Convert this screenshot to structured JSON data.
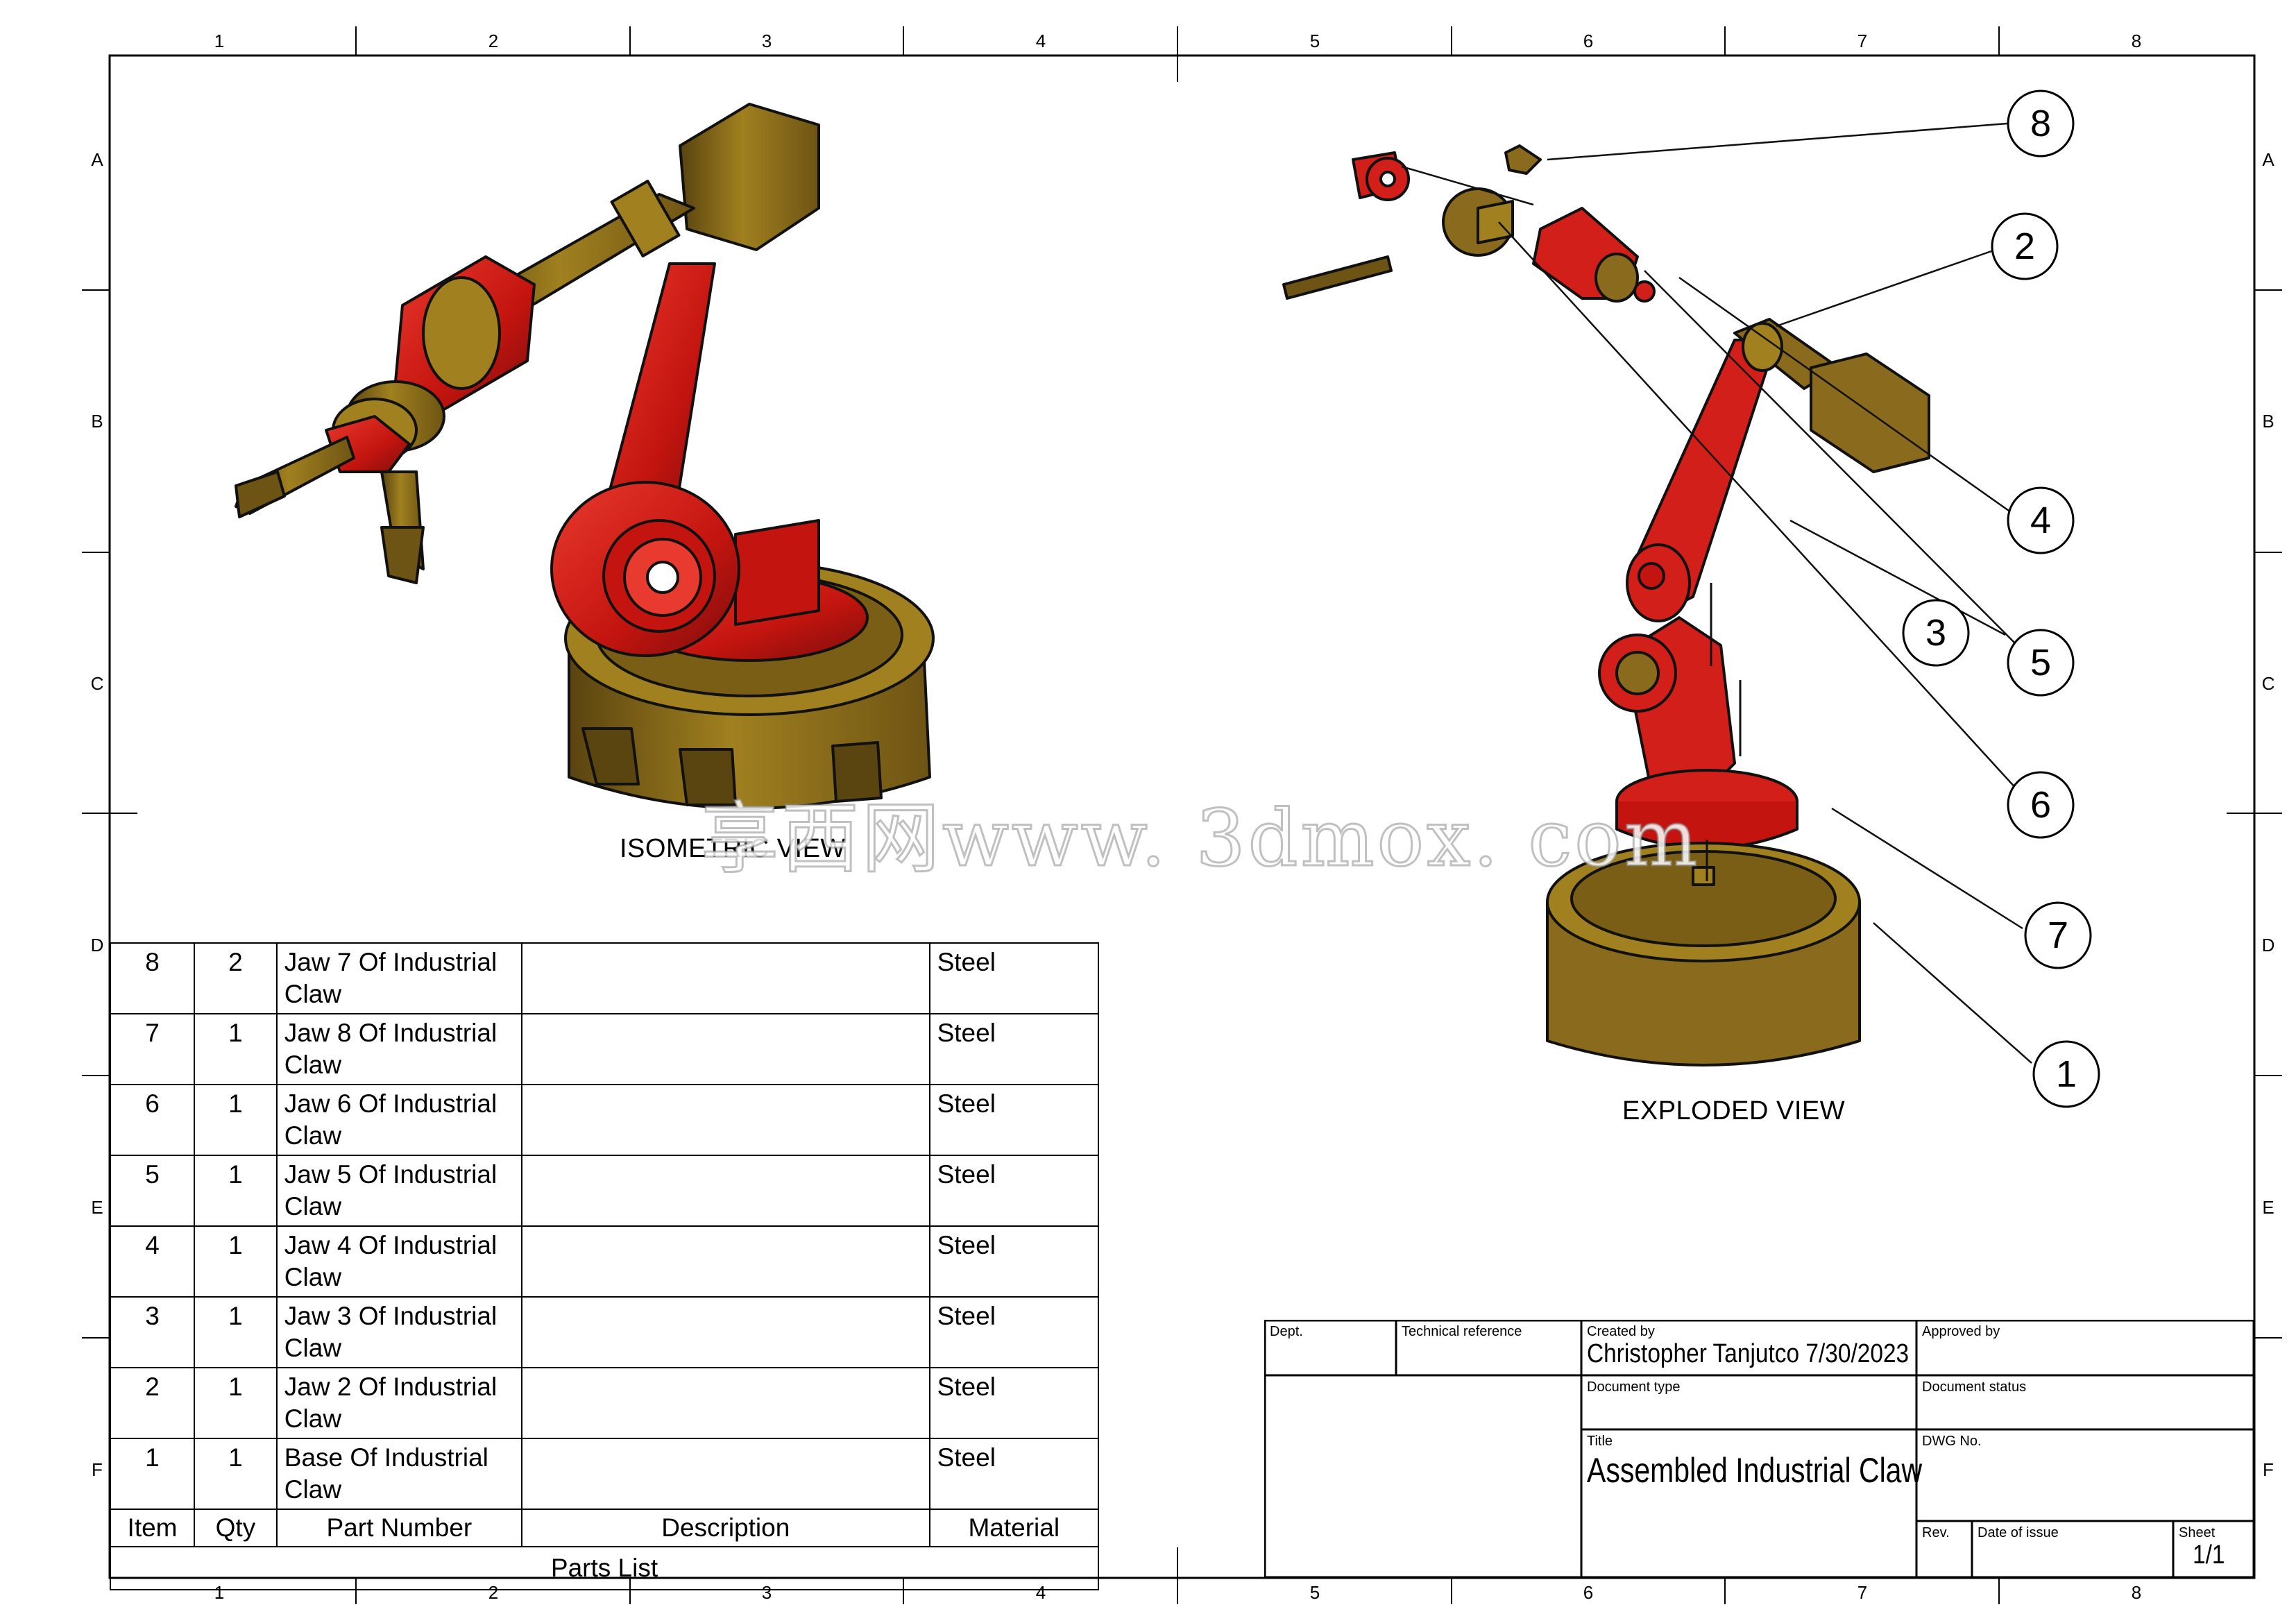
{
  "sheet": {
    "columns": [
      "1",
      "2",
      "3",
      "4",
      "5",
      "6",
      "7",
      "8"
    ],
    "rows": [
      "A",
      "B",
      "C",
      "D",
      "E",
      "F"
    ]
  },
  "views": {
    "isometric_label": "ISOMETRIC VIEW",
    "exploded_label": "EXPLODED VIEW"
  },
  "balloons": [
    "8",
    "2",
    "4",
    "3",
    "5",
    "6",
    "7",
    "1"
  ],
  "parts_list": {
    "caption": "Parts List",
    "headers": [
      "Item",
      "Qty",
      "Part Number",
      "Description",
      "Material"
    ],
    "rows": [
      {
        "item": "8",
        "qty": "2",
        "part": "Jaw 7 Of Industrial Claw",
        "desc": "",
        "material": "Steel"
      },
      {
        "item": "7",
        "qty": "1",
        "part": "Jaw 8 Of Industrial Claw",
        "desc": "",
        "material": "Steel"
      },
      {
        "item": "6",
        "qty": "1",
        "part": "Jaw 6 Of Industrial Claw",
        "desc": "",
        "material": "Steel"
      },
      {
        "item": "5",
        "qty": "1",
        "part": "Jaw 5 Of Industrial Claw",
        "desc": "",
        "material": "Steel"
      },
      {
        "item": "4",
        "qty": "1",
        "part": "Jaw 4 Of Industrial Claw",
        "desc": "",
        "material": "Steel"
      },
      {
        "item": "3",
        "qty": "1",
        "part": "Jaw 3 Of Industrial Claw",
        "desc": "",
        "material": "Steel"
      },
      {
        "item": "2",
        "qty": "1",
        "part": "Jaw 2 Of Industrial Claw",
        "desc": "",
        "material": "Steel"
      },
      {
        "item": "1",
        "qty": "1",
        "part": "Base Of Industrial Claw",
        "desc": "",
        "material": "Steel"
      }
    ]
  },
  "title_block": {
    "dept_label": "Dept.",
    "tech_ref_label": "Technical reference",
    "created_by_label": "Created by",
    "created_by_value": "Christopher Tanjutco  7/30/2023",
    "approved_by_label": "Approved by",
    "doc_type_label": "Document type",
    "doc_status_label": "Document status",
    "title_label": "Title",
    "title_value": "Assembled Industrial Claw",
    "dwg_no_label": "DWG No.",
    "rev_label": "Rev.",
    "date_of_issue_label": "Date of issue",
    "sheet_label": "Sheet",
    "sheet_value": "1/1"
  },
  "watermark": "享西网www. 3dmox. com",
  "colors": {
    "red_part": "#d21f1a",
    "red_shade": "#8e1210",
    "gold_part": "#8a6a1c",
    "gold_shade": "#5a4410",
    "line": "#000000"
  }
}
